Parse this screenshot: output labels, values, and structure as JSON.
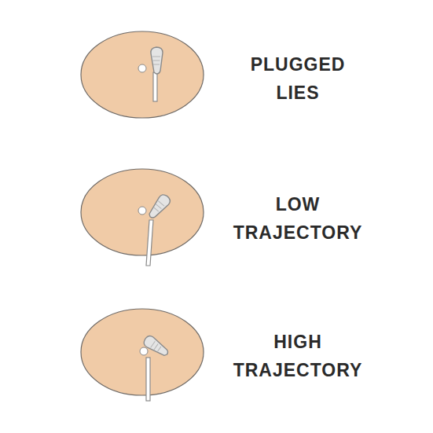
{
  "diagram": {
    "labels": [
      "PLUGGED LIES",
      "LOW TRAJECTORY",
      "HIGH TRAJECTORY"
    ]
  }
}
